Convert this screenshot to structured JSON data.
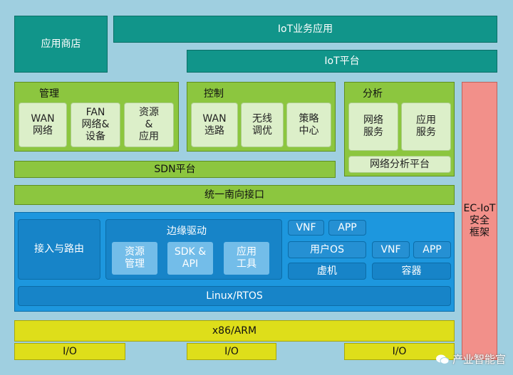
{
  "app_store": "应用商店",
  "iot_apps": "IoT业务应用",
  "iot_platform": "IoT平台",
  "management": {
    "title": "管理",
    "items": [
      "WAN\n网络",
      "FAN\n网络&\n设备",
      "资源\n&\n应用"
    ]
  },
  "control": {
    "title": "控制",
    "items": [
      "WAN\n选路",
      "无线\n调优",
      "策略\n中心"
    ]
  },
  "analysis": {
    "title": "分析",
    "items": [
      "网络\n服务",
      "应用\n服务"
    ],
    "platform": "网络分析平台"
  },
  "sdn_platform": "SDN平台",
  "southbound": "统一南向接口",
  "access_routing": "接入与路由",
  "edge_driver": {
    "title": "边缘驱动",
    "items": [
      "资源\n管理",
      "SDK &\nAPI",
      "应用\n工具"
    ]
  },
  "vm_stack": {
    "vnf": "VNF",
    "app": "APP",
    "user_os": "用户OS",
    "vm": "虚机"
  },
  "container_stack": {
    "vnf": "VNF",
    "app": "APP",
    "container": "容器"
  },
  "linux_rtos": "Linux/RTOS",
  "x86_arm": "x86/ARM",
  "io": [
    "I/O",
    "I/O",
    "I/O"
  ],
  "ec_iot": "EC-IoT\n安全\n框架",
  "watermark": "产业智能官",
  "colors": {
    "teal": "#11958a",
    "green": "#8cc63f",
    "blue": "#1d97de",
    "yellow": "#dede1a",
    "pink": "#f2908a"
  }
}
